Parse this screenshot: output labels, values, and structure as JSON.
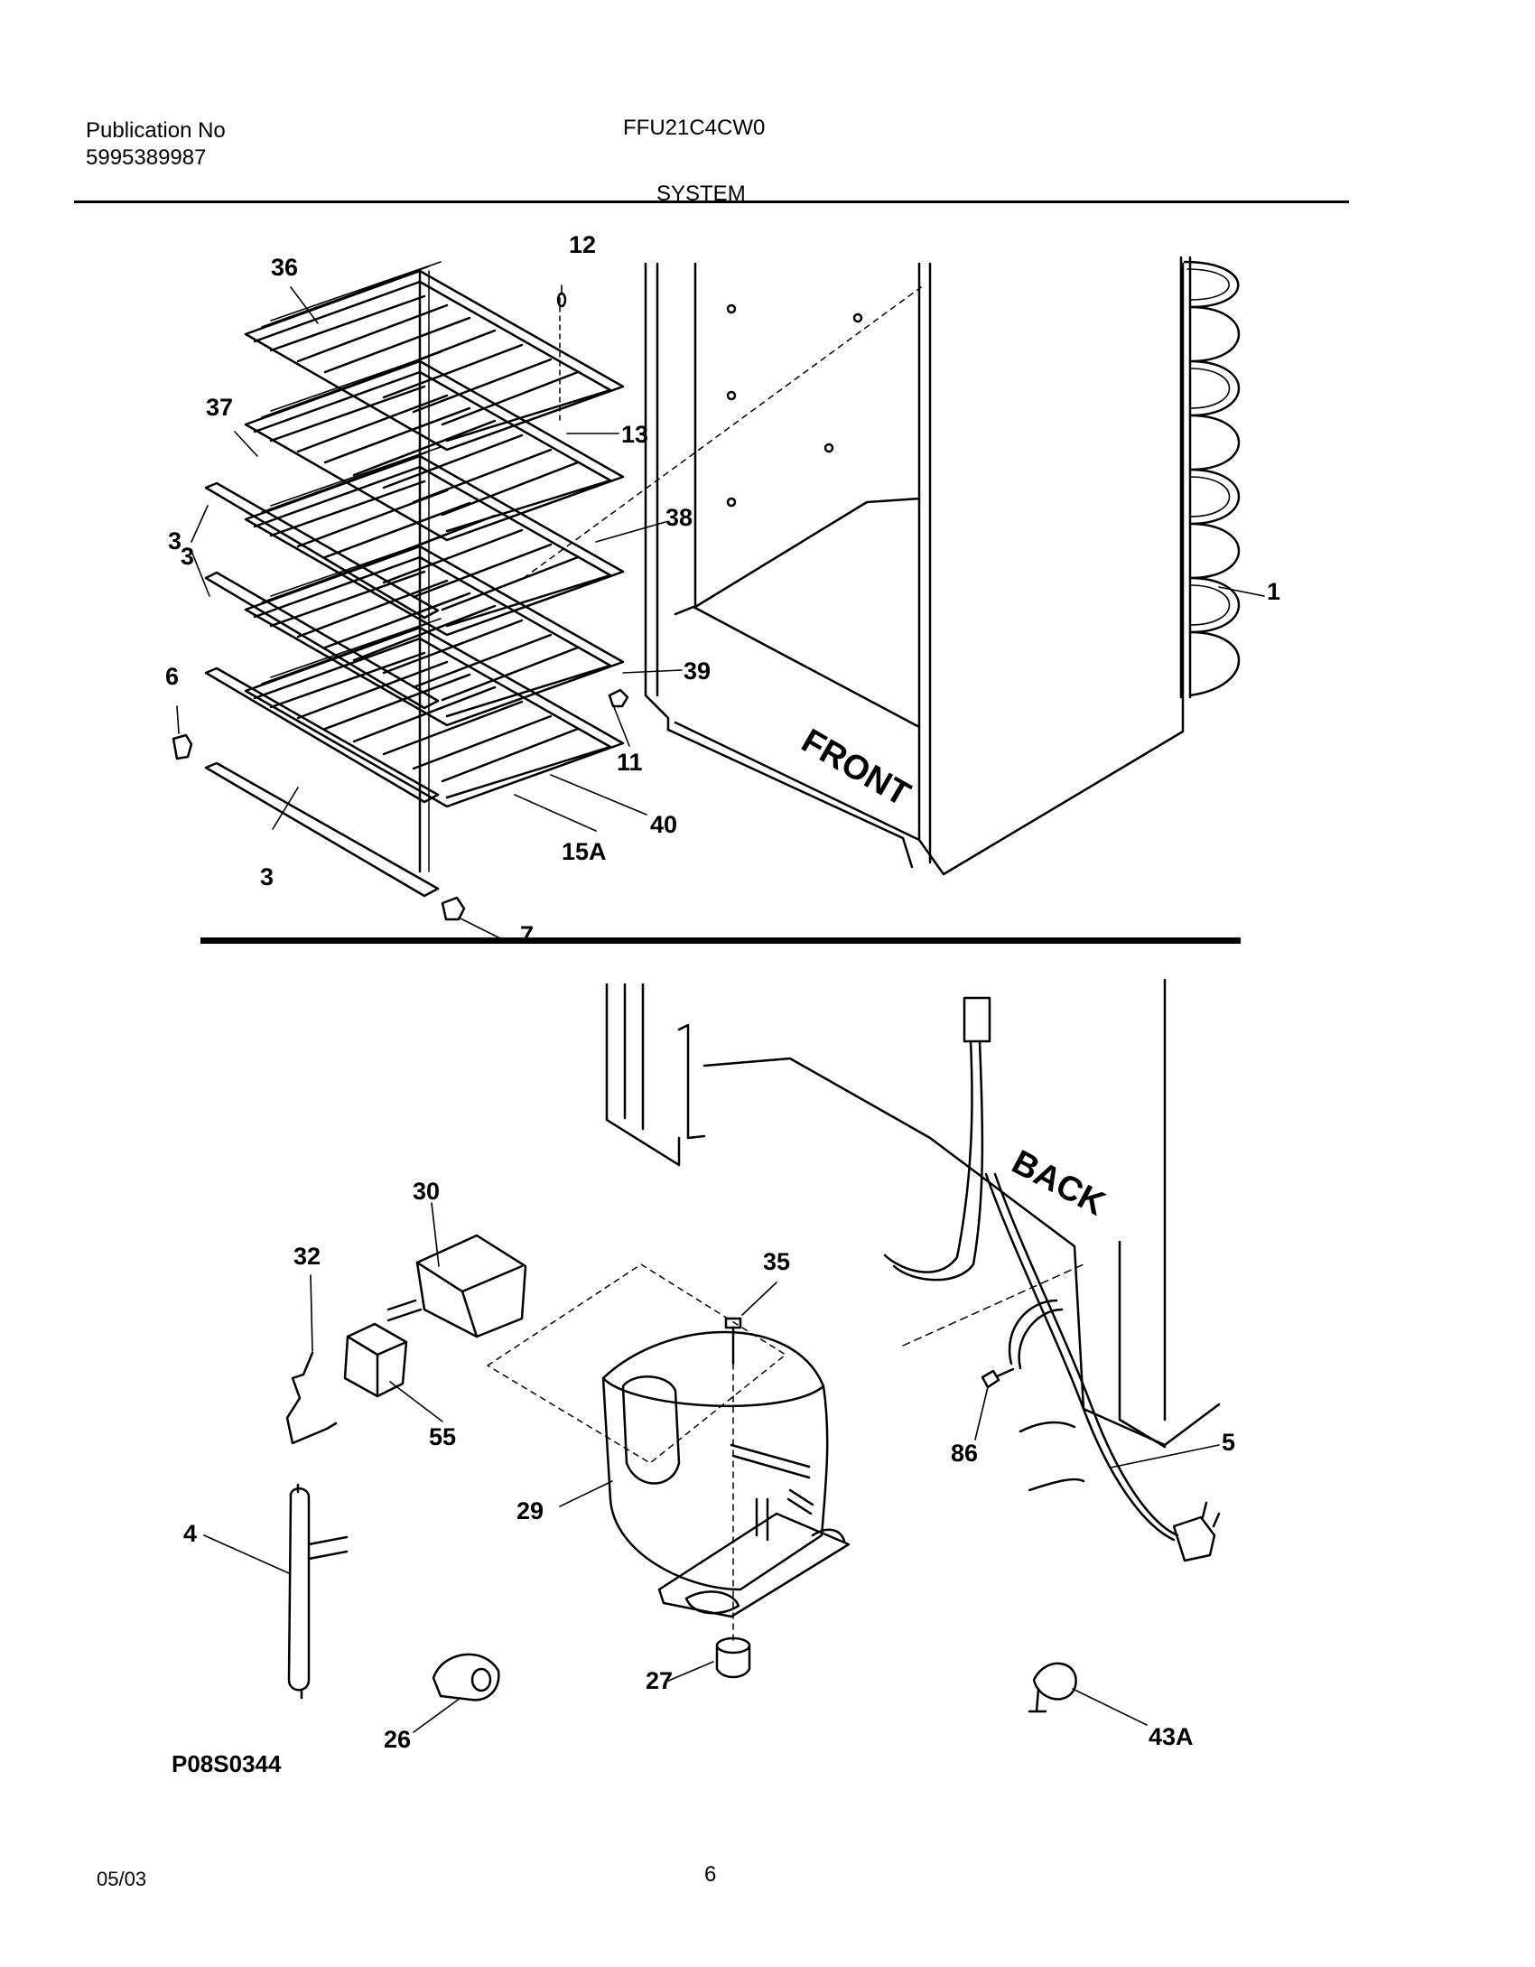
{
  "header": {
    "publication_label": "Publication No",
    "publication_number": "5995389987",
    "model": "FFU21C4CW0",
    "section_title": "SYSTEM"
  },
  "diagram": {
    "figure_id": "P08S0344",
    "upper_callouts": [
      "36",
      "12",
      "37",
      "13",
      "38",
      "3",
      "3",
      "1",
      "6",
      "39",
      "11",
      "40",
      "15A",
      "3",
      "7"
    ],
    "lower_callouts": [
      "30",
      "35",
      "32",
      "55",
      "86",
      "5",
      "29",
      "4",
      "27",
      "26",
      "43A"
    ],
    "cabinet_labels": {
      "front": "FRONT",
      "back": "BACK"
    }
  },
  "footer": {
    "date": "05/03",
    "page": "6"
  }
}
